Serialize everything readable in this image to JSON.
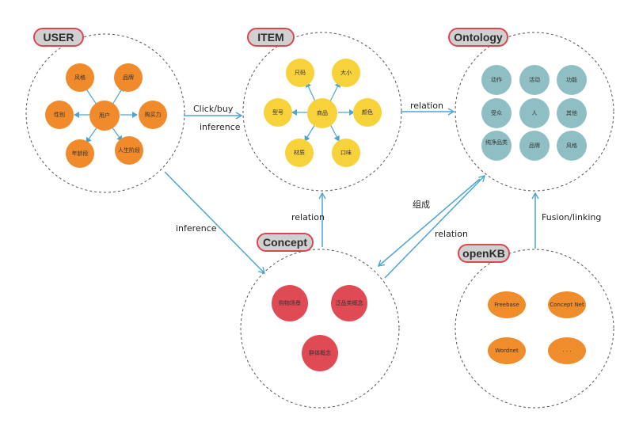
{
  "colors": {
    "user_node": "#f08a2b",
    "item_node": "#f7d23a",
    "ontology_node": "#8fbfc5",
    "concept_node": "#e04a55",
    "openkb_node": "#ef8c2c",
    "arrow": "#4aa6cf",
    "label_bg": "#d0d0d0",
    "label_border": "#d9474f"
  },
  "groups": {
    "user": {
      "title": "USER",
      "center": "用户",
      "satellites": [
        "风格",
        "品牌",
        "购买力",
        "人生阶段",
        "年龄段",
        "性别"
      ]
    },
    "item": {
      "title": "ITEM",
      "center": "商品",
      "satellites": [
        "尺码",
        "大小",
        "颜色",
        "口味",
        "材质",
        "型号"
      ]
    },
    "ontology": {
      "title": "Ontology",
      "nodes": [
        "动作",
        "活动",
        "功能",
        "受众",
        "人",
        "其他",
        "纯净品类",
        "品牌",
        "风格"
      ]
    },
    "concept": {
      "title": "Concept",
      "nodes": [
        "购物场景",
        "泛品类概念",
        "群体概念"
      ]
    },
    "openkb": {
      "title": "openKB",
      "nodes": [
        "Freebase",
        "Concept Net",
        "Wordnet",
        "· · ·"
      ]
    }
  },
  "edges": {
    "user_item_top": "Click/buy",
    "user_item_bottom": "inference",
    "item_ontology": "relation",
    "user_concept": "inference",
    "concept_item": "relation",
    "concept_ontology_compose": "组成",
    "ontology_concept_relation": "relation",
    "openkb_ontology": "Fusion/linking"
  }
}
